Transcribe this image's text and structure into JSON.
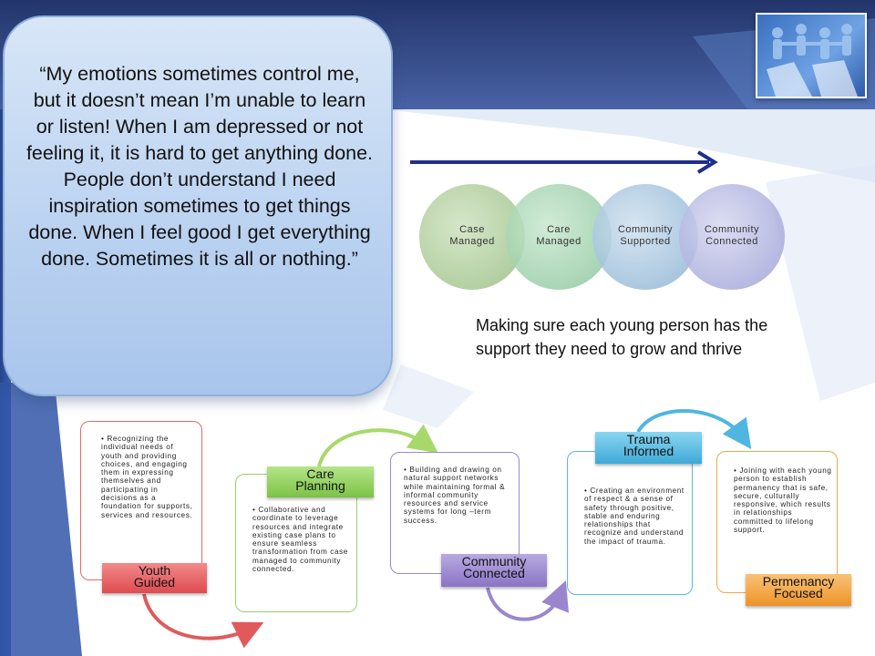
{
  "quote": {
    "text": "“My emotions sometimes control me, but it doesn’t mean I’m unable to learn or listen! When I am depressed or not feeling it, it is hard to get anything done.  People don’t understand I need inspiration sometimes to get things done. When I feel good I get everything done.  Sometimes it is all or nothing.”"
  },
  "logo": {
    "icon": "people-holding-hands-icon"
  },
  "continuum": {
    "circles": [
      {
        "line1": "Case",
        "line2": "Managed",
        "color": "#b9d3a8"
      },
      {
        "line1": "Care",
        "line2": "Managed",
        "color": "#a6d4b3"
      },
      {
        "line1": "Community",
        "line2": "Supported",
        "color": "#a8c6de"
      },
      {
        "line1": "Community",
        "line2": "Connected",
        "color": "#b4b6e0"
      }
    ],
    "arrow_color": "#1f2f8c"
  },
  "caption": "Making sure each young person has the support they need to grow and thrive",
  "cards": [
    {
      "tag_line1": "Youth",
      "tag_line2": "Guided",
      "tag_color": "#e5585a",
      "border": "#e06a6a",
      "text": "• Recognizing the individual needs of youth and providing choices, and engaging them in expressing themselves and participating in decisions as a foundation for supports, services and resources."
    },
    {
      "tag_line1": "Care",
      "tag_line2": "Planning",
      "tag_color": "#8fd05a",
      "border": "#9ad06a",
      "text": "• Collaborative and coordinate to leverage resources and integrate existing case plans to ensure seamless transformation from case managed to community connected."
    },
    {
      "tag_line1": "Community",
      "tag_line2": "Connected",
      "tag_color": "#9a86cf",
      "border": "#9a8ad0",
      "text": "• Building and drawing on natural support networks while maintaining formal & informal community resources and service systems for long –term success."
    },
    {
      "tag_line1": "Trauma",
      "tag_line2": "Informed",
      "tag_color": "#4fb6df",
      "border": "#5ab8dc",
      "text": "• Creating an environment of respect & a sense of safety through positive, stable and enduring relationships that recognize and understand the impact of trauma."
    },
    {
      "tag_line1": "Permenancy",
      "tag_line2": "Focused",
      "tag_color": "#f2a23c",
      "border": "#f0a84c",
      "text": "• Joining with each young person to establish permanency that is safe, secure, culturally responsive, which results in relationships committed to lifelong support."
    }
  ]
}
